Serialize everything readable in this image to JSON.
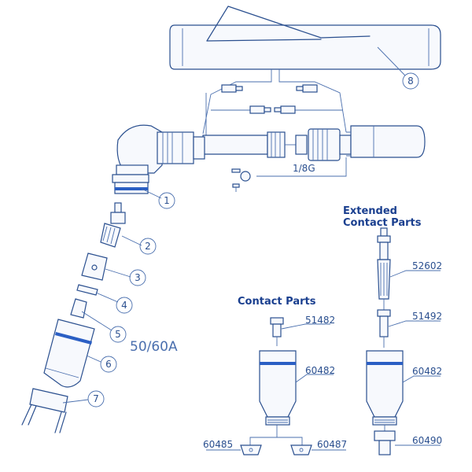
{
  "labels": {
    "gauge": "1/8G",
    "amperage": "50/60A",
    "contact_title": "Contact Parts",
    "extended_title_1": "Extended",
    "extended_title_2": "Contact Parts"
  },
  "callouts": [
    "1",
    "2",
    "3",
    "4",
    "5",
    "6",
    "7",
    "8"
  ],
  "contact_parts": [
    "51482",
    "60482",
    "60485",
    "60487"
  ],
  "extended_parts": [
    "52602",
    "51492",
    "60482",
    "60490"
  ],
  "colors": {
    "line": "#2a4f8f",
    "accent": "#2b5fc4",
    "title": "#1a3f8f"
  }
}
